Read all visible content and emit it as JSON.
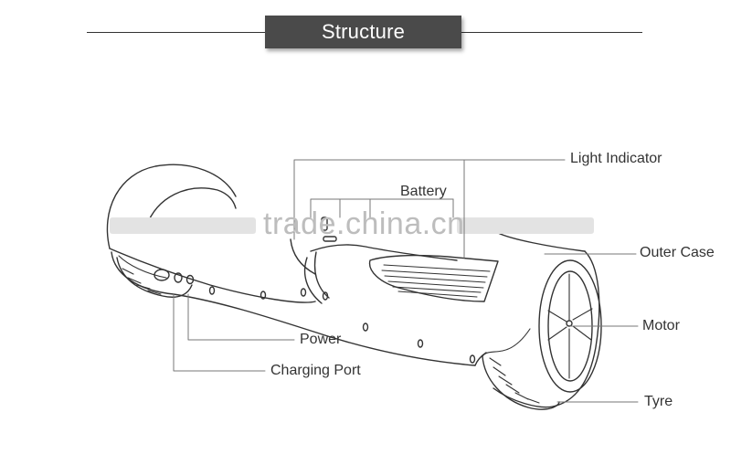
{
  "title": "Structure",
  "labels": {
    "light_indicator": "Light Indicator",
    "battery": "Battery",
    "outer_case": "Outer Case",
    "motor": "Motor",
    "tyre": "Tyre",
    "power": "Power",
    "charging_port": "Charging Port"
  },
  "watermark": "trade.china.cn",
  "colors": {
    "title_bg": "#4a4a4a",
    "line": "#333333",
    "label_text": "#333333"
  }
}
